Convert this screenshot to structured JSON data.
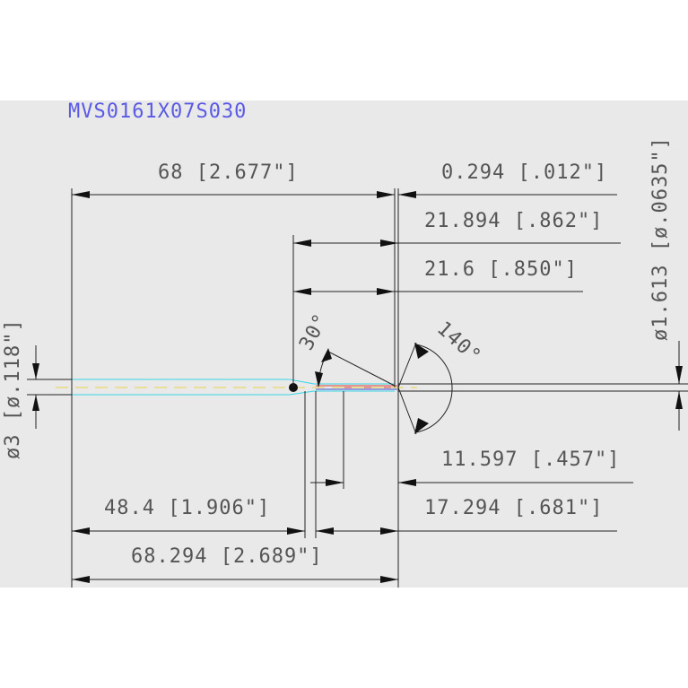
{
  "title": "MVS0161X07S030",
  "dimensions": {
    "overall_shank": "68 [2.677\"]",
    "tip_length": "0.294 [.012\"]",
    "neck_to_tip": "21.894 [.862\"]",
    "neck_length": "21.6 [.850\"]",
    "tip_diameter": "ø1.613 [ø.0635\"]",
    "shank_diameter": "ø3 [ø.118\"]",
    "neck_angle": "30°",
    "point_angle": "140°",
    "flute_length": "11.597 [.457\"]",
    "reduced_length": "17.294 [.681\"]",
    "shank_length": "48.4 [1.906\"]",
    "overall_length": "68.294 [2.689\"]"
  },
  "colors": {
    "panel": "#e9e9e9",
    "title": "#5a5ae6",
    "part_outline": "#39d6e6",
    "centerline": "#e8d24a",
    "dimension_line": "#222222",
    "dimension_text": "#555555"
  }
}
